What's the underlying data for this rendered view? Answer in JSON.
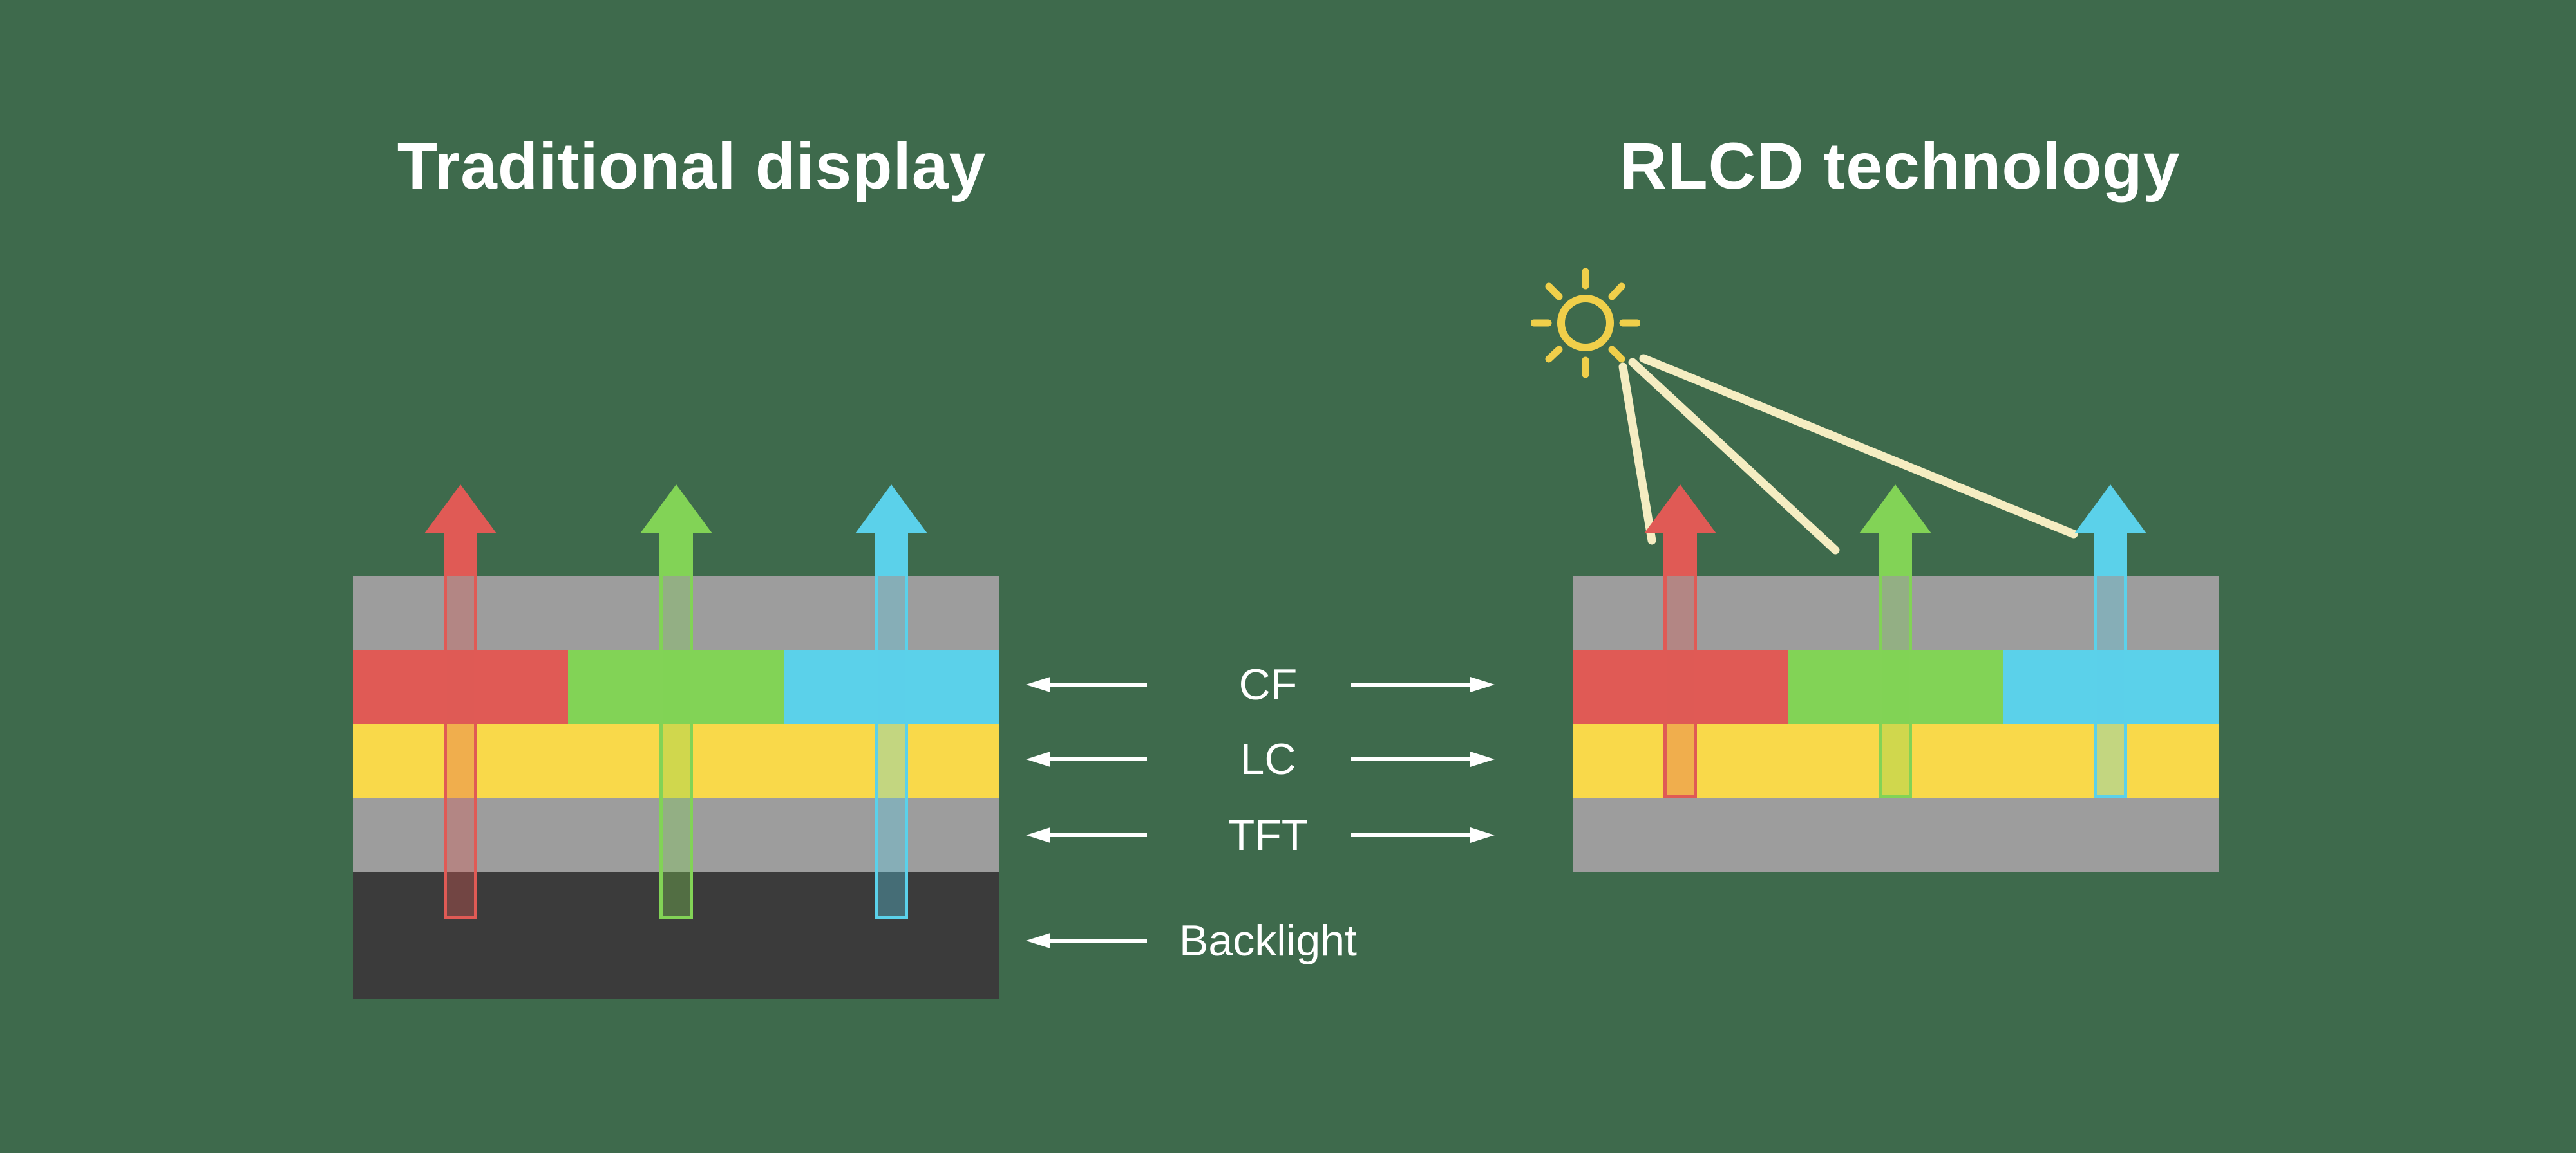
{
  "diagram": {
    "left": {
      "title": "Traditional display"
    },
    "right": {
      "title": "RLCD technology"
    }
  },
  "legend": {
    "items": [
      {
        "label": "CF"
      },
      {
        "label": "LC"
      },
      {
        "label": "TFT"
      },
      {
        "label": "Backlight"
      }
    ]
  },
  "colors": {
    "background": "#3E6A4C",
    "glass-gray": "#9D9D9D",
    "red": "#E05A55",
    "green": "#82D356",
    "cyan": "#5BD1EA",
    "yellow": "#F9D94A",
    "backlight-dark": "#3B3B3B",
    "sun-yellow": "#F0CF4A",
    "ray-cream": "#F5EDC2",
    "text-white": "#FFFFFF"
  }
}
